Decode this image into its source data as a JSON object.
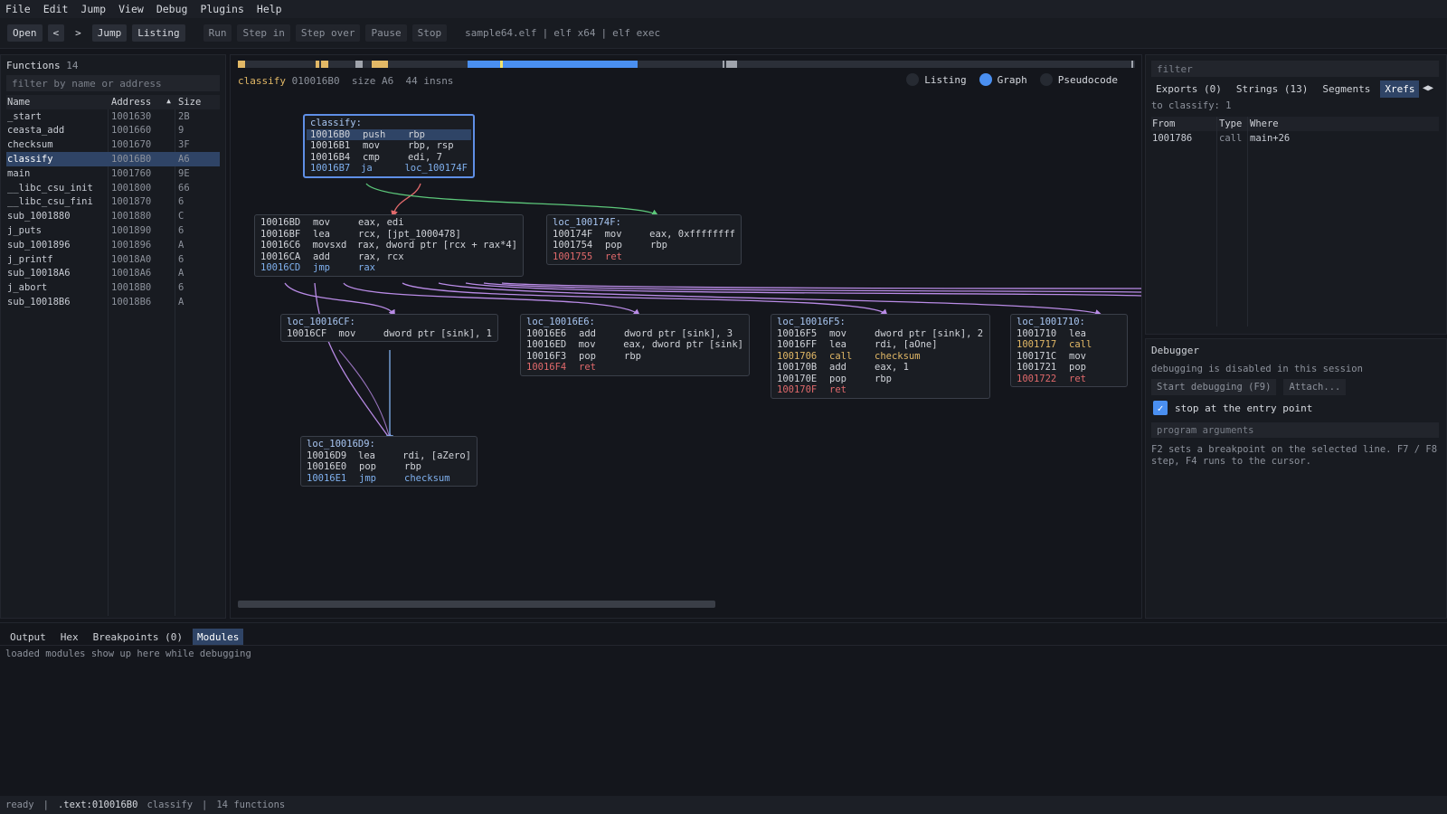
{
  "menu": [
    "File",
    "Edit",
    "Jump",
    "View",
    "Debug",
    "Plugins",
    "Help"
  ],
  "toolbar": {
    "open": "Open",
    "back": "<",
    "forward": ">",
    "jump": "Jump",
    "listing": "Listing",
    "run": "Run",
    "step_in": "Step in",
    "step_over": "Step over",
    "pause": "Pause",
    "stop": "Stop",
    "file": "sample64.elf",
    "sep": "|",
    "arch": "elf x64",
    "kind": "elf exec"
  },
  "functions": {
    "title": "Functions",
    "count": "14",
    "filter_placeholder": "filter by name or address",
    "headers": [
      "Name",
      "Address",
      "Size"
    ],
    "sort_glyph": "▲",
    "rows": [
      {
        "name": "_start",
        "addr": "1001630",
        "size": "2B"
      },
      {
        "name": "ceasta_add",
        "addr": "1001660",
        "size": "9"
      },
      {
        "name": "checksum",
        "addr": "1001670",
        "size": "3F"
      },
      {
        "name": "classify",
        "addr": "10016B0",
        "size": "A6"
      },
      {
        "name": "main",
        "addr": "1001760",
        "size": "9E"
      },
      {
        "name": "__libc_csu_init",
        "addr": "1001800",
        "size": "66"
      },
      {
        "name": "__libc_csu_fini",
        "addr": "1001870",
        "size": "6"
      },
      {
        "name": "sub_1001880",
        "addr": "1001880",
        "size": "C"
      },
      {
        "name": "j_puts",
        "addr": "1001890",
        "size": "6"
      },
      {
        "name": "sub_1001896",
        "addr": "1001896",
        "size": "A"
      },
      {
        "name": "j_printf",
        "addr": "10018A0",
        "size": "6"
      },
      {
        "name": "sub_10018A6",
        "addr": "10018A6",
        "size": "A"
      },
      {
        "name": "j_abort",
        "addr": "10018B0",
        "size": "6"
      },
      {
        "name": "sub_10018B6",
        "addr": "10018B6",
        "size": "A"
      }
    ],
    "selected": 3
  },
  "graph": {
    "crumb_fn": "classify",
    "crumb_addr": "010016B0",
    "crumb_size": "size A6",
    "crumb_insns": "44 insns",
    "views": [
      "Listing",
      "Graph",
      "Pseudocode"
    ],
    "active_view": "Graph",
    "blocks": {
      "b0": {
        "label": "classify:",
        "ins": [
          {
            "a": "10016B0",
            "m": "push",
            "o": "rbp",
            "k": "hl"
          },
          {
            "a": "10016B1",
            "m": "mov",
            "o": "rbp, rsp",
            "k": ""
          },
          {
            "a": "10016B4",
            "m": "cmp",
            "o": "edi, 7",
            "k": ""
          },
          {
            "a": "10016B7",
            "m": "ja",
            "o": "loc_100174F",
            "k": "jmp"
          }
        ]
      },
      "b1": {
        "label": "",
        "ins": [
          {
            "a": "10016BD",
            "m": "mov",
            "o": "eax, edi",
            "k": ""
          },
          {
            "a": "10016BF",
            "m": "lea",
            "o": "rcx, [jpt_1000478]",
            "k": ""
          },
          {
            "a": "10016C6",
            "m": "movsxd",
            "o": "rax, dword ptr [rcx + rax*4]",
            "k": ""
          },
          {
            "a": "10016CA",
            "m": "add",
            "o": "rax, rcx",
            "k": ""
          },
          {
            "a": "10016CD",
            "m": "jmp",
            "o": "rax",
            "k": "jmp"
          }
        ]
      },
      "b2": {
        "label": "loc_100174F:",
        "ins": [
          {
            "a": "100174F",
            "m": "mov",
            "o": "eax, 0xffffffff",
            "k": ""
          },
          {
            "a": "1001754",
            "m": "pop",
            "o": "rbp",
            "k": ""
          },
          {
            "a": "1001755",
            "m": "ret",
            "o": "",
            "k": "ret"
          }
        ]
      },
      "b3": {
        "label": "loc_10016CF:",
        "ins": [
          {
            "a": "10016CF",
            "m": "mov",
            "o": "dword ptr [sink], 1",
            "k": ""
          }
        ]
      },
      "b4": {
        "label": "loc_10016E6:",
        "ins": [
          {
            "a": "10016E6",
            "m": "add",
            "o": "dword ptr [sink], 3",
            "k": ""
          },
          {
            "a": "10016ED",
            "m": "mov",
            "o": "eax, dword ptr [sink]",
            "k": ""
          },
          {
            "a": "10016F3",
            "m": "pop",
            "o": "rbp",
            "k": ""
          },
          {
            "a": "10016F4",
            "m": "ret",
            "o": "",
            "k": "ret"
          }
        ]
      },
      "b5": {
        "label": "loc_10016F5:",
        "ins": [
          {
            "a": "10016F5",
            "m": "mov",
            "o": "dword ptr [sink], 2",
            "k": ""
          },
          {
            "a": "10016FF",
            "m": "lea",
            "o": "rdi, [aOne]",
            "k": ""
          },
          {
            "a": "1001706",
            "m": "call",
            "o": "checksum",
            "k": "call"
          },
          {
            "a": "100170B",
            "m": "add",
            "o": "eax, 1",
            "k": ""
          },
          {
            "a": "100170E",
            "m": "pop",
            "o": "rbp",
            "k": ""
          },
          {
            "a": "100170F",
            "m": "ret",
            "o": "",
            "k": "ret"
          }
        ]
      },
      "b6": {
        "label": "loc_1001710:",
        "ins": [
          {
            "a": "1001710",
            "m": "lea",
            "o": "",
            "k": ""
          },
          {
            "a": "1001717",
            "m": "call",
            "o": "",
            "k": "call"
          },
          {
            "a": "100171C",
            "m": "mov",
            "o": "",
            "k": ""
          },
          {
            "a": "1001721",
            "m": "pop",
            "o": "",
            "k": ""
          },
          {
            "a": "1001722",
            "m": "ret",
            "o": "",
            "k": "ret"
          }
        ]
      },
      "b7": {
        "label": "loc_10016D9:",
        "ins": [
          {
            "a": "10016D9",
            "m": "lea",
            "o": "rdi, [aZero]",
            "k": ""
          },
          {
            "a": "10016E0",
            "m": "pop",
            "o": "rbp",
            "k": ""
          },
          {
            "a": "10016E1",
            "m": "jmp",
            "o": "checksum",
            "k": "jmp"
          }
        ]
      }
    }
  },
  "right": {
    "filter_placeholder": "filter",
    "tabs": [
      "Exports (0)",
      "Strings (13)",
      "Segments",
      "Xrefs"
    ],
    "active_tab": "Xrefs",
    "arrows": "◀▶",
    "xref_to": "to classify: 1",
    "headers": [
      "From",
      "Type",
      "Where"
    ],
    "rows": [
      {
        "from": "1001786",
        "type": "call",
        "where": "main+26"
      }
    ]
  },
  "debugger": {
    "title": "Debugger",
    "msg": "debugging is disabled in this session",
    "start": "Start debugging (F9)",
    "attach": "Attach...",
    "check_label": "stop at the entry point",
    "check_mark": "✓",
    "args_placeholder": "program arguments",
    "help": "F2 sets a breakpoint on the selected line. F7 / F8 step, F4 runs to the cursor."
  },
  "bottom": {
    "tabs": [
      "Output",
      "Hex",
      "Breakpoints (0)",
      "Modules"
    ],
    "active_tab": "Modules",
    "msg": "loaded modules show up here while debugging"
  },
  "status": {
    "state": "ready",
    "sep": "|",
    "loc": ".text:010016B0",
    "fn": "classify",
    "count": "14 functions"
  },
  "colors": {
    "accent": "#4a8ff0",
    "selection": "#2f4466",
    "edge_true": "#5cc77a",
    "edge_false": "#e0696b",
    "edge_switch": "#b98be6",
    "edge_plain": "#7fb0ee"
  }
}
